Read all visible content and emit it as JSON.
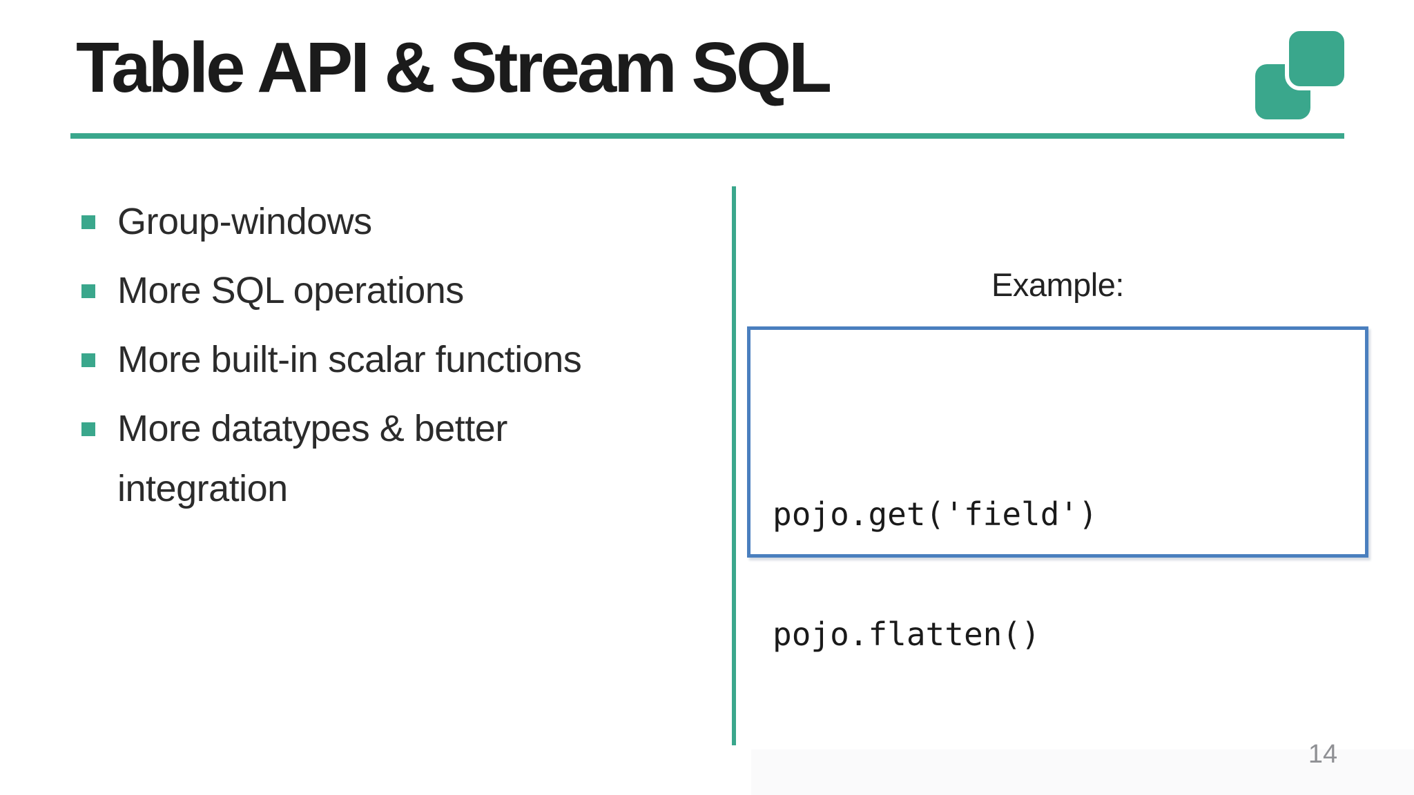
{
  "slide": {
    "title": "Table API & Stream SQL",
    "bullets": [
      "Group-windows",
      "More SQL operations",
      "More built-in scalar functions",
      "More datatypes & better\nintegration"
    ],
    "example_label": "Example:",
    "code_lines": [
      "pojo.get('field')",
      "pojo.flatten()"
    ],
    "page_number": "14",
    "colors": {
      "accent": "#3aa78c",
      "code_box_border": "#4a7fbe",
      "page_number": "#8f9094"
    },
    "icons": {
      "logo": "overlapping-rounded-squares-icon"
    }
  }
}
